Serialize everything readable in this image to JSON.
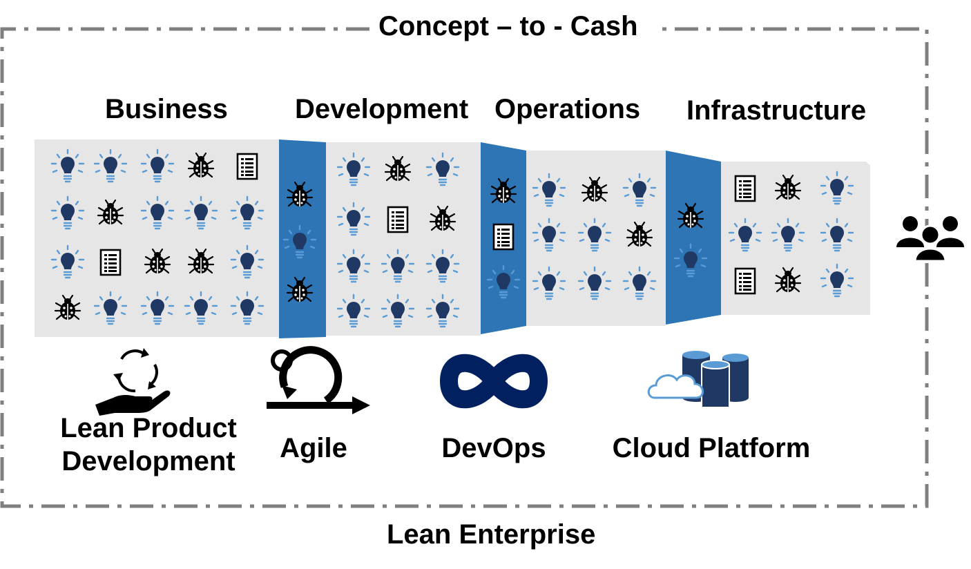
{
  "frame": {
    "top_title": "Concept – to - Cash",
    "bottom_title": "Lean Enterprise"
  },
  "stages": [
    {
      "id": "business",
      "label": "Business",
      "rows": [
        [
          "bulb",
          "bulb",
          "bulb",
          "bug",
          "doc"
        ],
        [
          "bulb",
          "bug",
          "bulb",
          "bulb",
          "bulb"
        ],
        [
          "bulb",
          "doc",
          "bug",
          "bug",
          "bulb"
        ],
        [
          "bug",
          "bulb",
          "bulb",
          "bulb",
          "bulb"
        ]
      ]
    },
    {
      "id": "handoff-1",
      "label": "",
      "rows": [
        [
          "bug"
        ],
        [
          "bulb"
        ],
        [
          "bug"
        ]
      ]
    },
    {
      "id": "development",
      "label": "Development",
      "rows": [
        [
          "bulb",
          "bug",
          "bulb"
        ],
        [
          "bulb",
          "doc",
          "bug"
        ],
        [
          "bulb",
          "bulb",
          "bulb"
        ],
        [
          "bulb",
          "bulb",
          "bulb"
        ]
      ]
    },
    {
      "id": "handoff-2",
      "label": "",
      "rows": [
        [
          "bug"
        ],
        [
          "doc"
        ],
        [
          "bulb"
        ]
      ]
    },
    {
      "id": "operations",
      "label": "Operations",
      "rows": [
        [
          "bulb",
          "bug",
          "bulb"
        ],
        [
          "bulb",
          "bulb",
          "bug"
        ],
        [
          "bulb",
          "bulb",
          "bulb"
        ]
      ]
    },
    {
      "id": "handoff-3",
      "label": "",
      "rows": [
        [
          "bug"
        ],
        [
          "bulb"
        ]
      ]
    },
    {
      "id": "infrastructure",
      "label": "Infrastructure",
      "rows": [
        [
          "doc",
          "bug",
          "bulb"
        ],
        [
          "bulb",
          "bulb",
          "bulb"
        ],
        [
          "doc",
          "bug",
          "bulb"
        ]
      ]
    }
  ],
  "practices": [
    {
      "id": "lean",
      "label": "Lean Product\nDevelopment",
      "icon": "hand-cycle-icon"
    },
    {
      "id": "agile",
      "label": "Agile",
      "icon": "agile-loop-icon"
    },
    {
      "id": "devops",
      "label": "DevOps",
      "icon": "infinity-icon"
    },
    {
      "id": "cloud",
      "label": "Cloud Platform",
      "icon": "cloud-database-icon"
    }
  ],
  "customer_icon": "people-group-icon",
  "colors": {
    "panel_gray": "#e6e6e6",
    "handoff_blue": "#2e75b6",
    "bulb_navy": "#1f3864",
    "ray_blue": "#5b9bd5",
    "devops_navy": "#002060",
    "frame_gray": "#7f7f7f"
  }
}
